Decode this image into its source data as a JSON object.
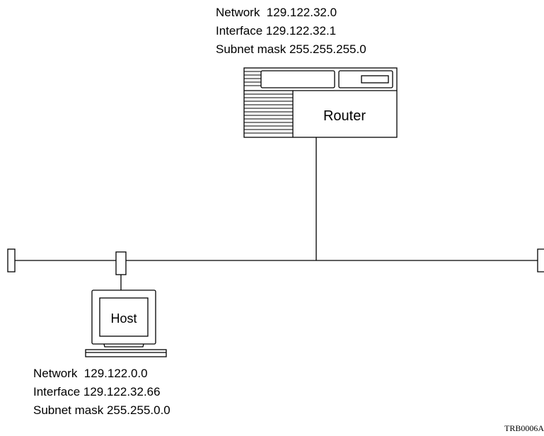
{
  "router": {
    "network": "Network  129.122.32.0",
    "interface": "Interface 129.122.32.1",
    "subnet_mask": "Subnet mask 255.255.255.0",
    "label": "Router"
  },
  "host": {
    "label": "Host",
    "network": "Network  129.122.0.0",
    "interface": "Interface 129.122.32.66",
    "subnet_mask": "Subnet mask 255.255.0.0"
  },
  "figure_code": "TRB0006A"
}
